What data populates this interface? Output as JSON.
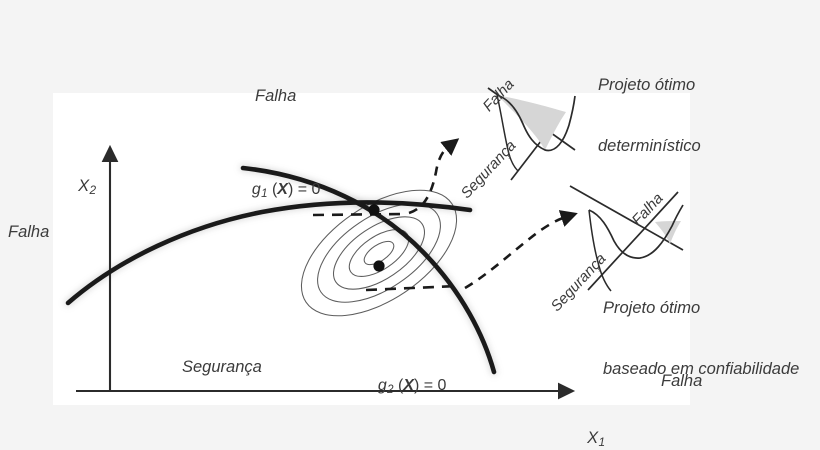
{
  "figure": {
    "type": "diagram",
    "topic": "Projeto otimo deterministico versus projeto otimo baseado em confiabilidade",
    "language": "pt-BR",
    "background_color": "#f4f4f4",
    "panel_color": "#ffffff",
    "ink_color": "#2b2b2b",
    "text_color": "#3b3b3b",
    "shade_color": "#d4d4d4"
  },
  "axes": {
    "x_label": "X",
    "x_sub": "1",
    "y_label": "X",
    "y_sub": "2"
  },
  "regions": {
    "falha_top": "Falha",
    "falha_left": "Falha",
    "falha_bottom_right": "Falha",
    "seguranca_main": "Segurança"
  },
  "constraints": [
    {
      "name": "g1",
      "g": "g",
      "sub": "1",
      "arg": "X",
      "eq": ") = 0",
      "open": " ("
    },
    {
      "name": "g2",
      "g": "g",
      "sub": "2",
      "arg": "X",
      "eq": ") = 0",
      "open": " ("
    }
  ],
  "insets": [
    {
      "id": "deterministic",
      "caption_line1": "Projeto ótimo",
      "caption_line2": "determinístico",
      "falha_label": "Falha",
      "seguranca_label": "Segurança",
      "failure_area": "large"
    },
    {
      "id": "reliability-based",
      "caption_line1": "Projeto ótimo",
      "caption_line2": "baseado em confiabilidade",
      "falha_label": "Falha",
      "seguranca_label": "Segurança",
      "failure_area": "small"
    }
  ],
  "markers": [
    {
      "name": "deterministic-optimum",
      "note": "ponto sobre g1 (X) = 0"
    },
    {
      "name": "reliability-optimum",
      "note": "ponto no centro das curvas de nível"
    }
  ],
  "contours": {
    "count": 5,
    "shape": "elipses inclinadas",
    "rotation_deg": -34
  }
}
